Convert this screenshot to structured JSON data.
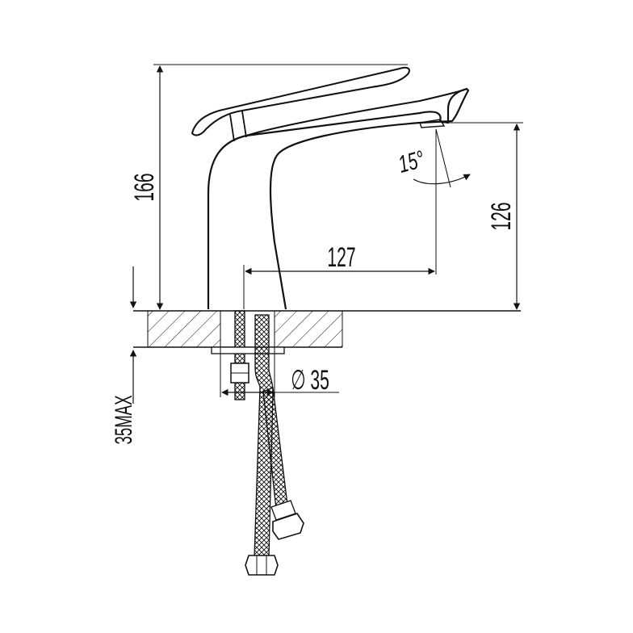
{
  "drawing": {
    "subject": "single-lever basin faucet technical drawing",
    "colors": {
      "ink": "#111111",
      "background": "#ffffff"
    }
  },
  "dimensions": {
    "total_height": "166",
    "spout_height": "126",
    "spout_reach": "127",
    "spout_angle": "15°",
    "hole_diameter": "∅ 35",
    "max_deck_thickness": "35MAX"
  }
}
